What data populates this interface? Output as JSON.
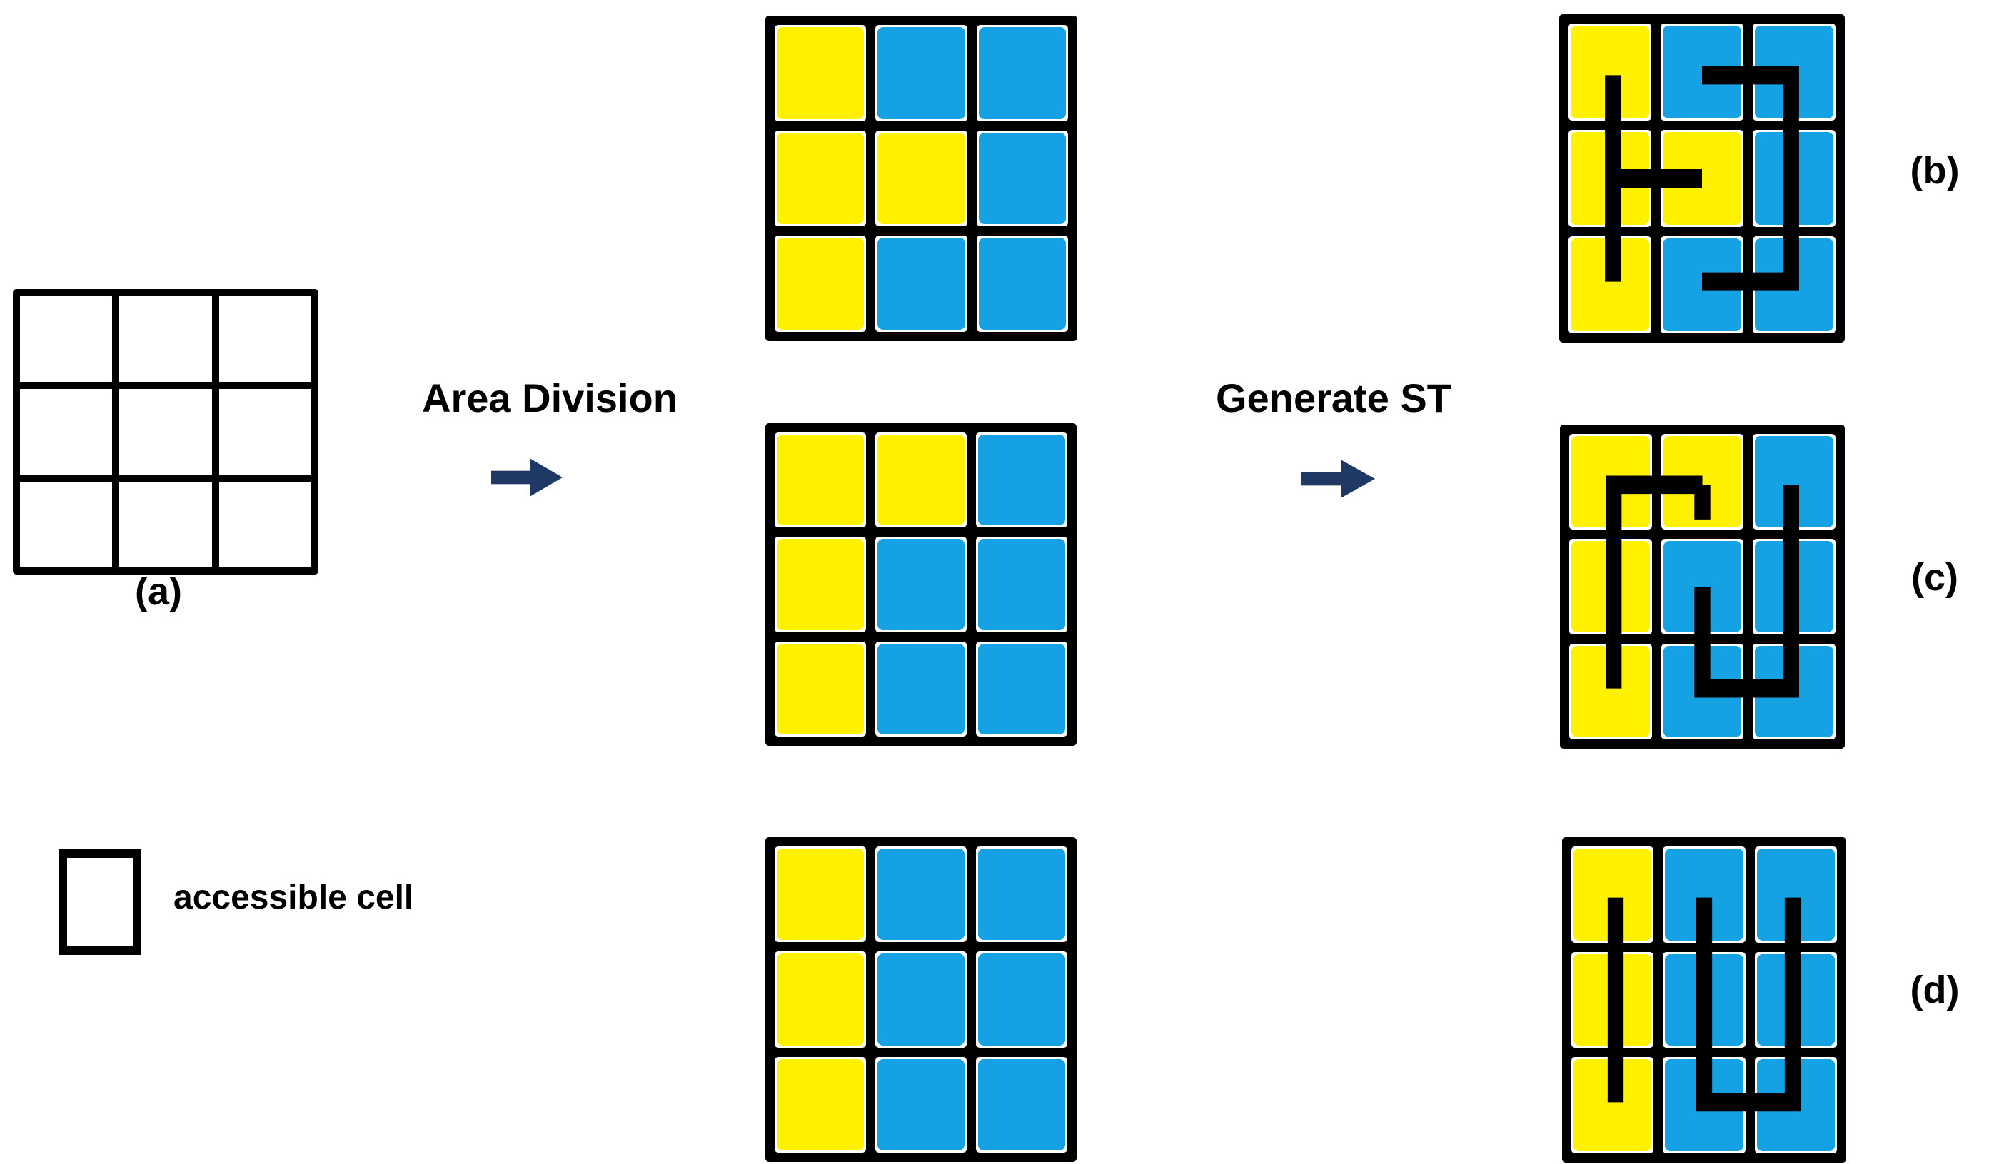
{
  "colors": {
    "yellow": "#FFF100",
    "blue": "#14A2E4",
    "white": "#FFFFFF",
    "grid_line": "#000000",
    "tree_line": "#000000",
    "arrow": "#1F3864",
    "text": "#000000",
    "background": "#FFFFFF"
  },
  "captions": {
    "a": "(a)",
    "b": "(b)",
    "c": "(c)",
    "d": "(d)"
  },
  "legend": {
    "label": "accessible cell"
  },
  "arrows": [
    {
      "label": "Area Division",
      "direction": "right"
    },
    {
      "label": "Generate ST",
      "direction": "right"
    }
  ],
  "grids": {
    "original": {
      "description_cells": "empty 3x3 accessible grid",
      "cells": [
        [
          "W",
          "W",
          "W"
        ],
        [
          "W",
          "W",
          "W"
        ],
        [
          "W",
          "W",
          "W"
        ]
      ]
    },
    "division": [
      {
        "cells": [
          [
            "Y",
            "B",
            "B"
          ],
          [
            "Y",
            "Y",
            "B"
          ],
          [
            "Y",
            "B",
            "B"
          ]
        ]
      },
      {
        "cells": [
          [
            "Y",
            "Y",
            "B"
          ],
          [
            "Y",
            "B",
            "B"
          ],
          [
            "Y",
            "B",
            "B"
          ]
        ]
      },
      {
        "cells": [
          [
            "Y",
            "B",
            "B"
          ],
          [
            "Y",
            "B",
            "B"
          ],
          [
            "Y",
            "B",
            "B"
          ]
        ]
      }
    ],
    "spanning_tree": [
      {
        "cells": [
          [
            "Y",
            "B",
            "B"
          ],
          [
            "Y",
            "Y",
            "B"
          ],
          [
            "Y",
            "B",
            "B"
          ]
        ],
        "trees": [
          {
            "region": "yellow",
            "paths": [
              [
                [
                  50,
                  50
                ],
                [
                  50,
                  250
                ]
              ],
              [
                [
                  50,
                  150
                ],
                [
                  150,
                  150
                ]
              ]
            ]
          },
          {
            "region": "blue",
            "paths": [
              [
                [
                  150,
                  50
                ],
                [
                  250,
                  50
                ],
                [
                  250,
                  250
                ],
                [
                  150,
                  250
                ]
              ]
            ]
          }
        ]
      },
      {
        "cells": [
          [
            "Y",
            "Y",
            "B"
          ],
          [
            "Y",
            "B",
            "B"
          ],
          [
            "Y",
            "B",
            "B"
          ]
        ],
        "trees": [
          {
            "region": "yellow",
            "paths": [
              [
                [
                  150,
                  50
                ],
                [
                  50,
                  50
                ],
                [
                  50,
                  250
                ]
              ],
              [
                [
                  150,
                  50
                ],
                [
                  150,
                  84
                ]
              ]
            ]
          },
          {
            "region": "blue",
            "paths": [
              [
                [
                  250,
                  50
                ],
                [
                  250,
                  250
                ],
                [
                  150,
                  250
                ],
                [
                  150,
                  150
                ]
              ]
            ]
          }
        ]
      },
      {
        "cells": [
          [
            "Y",
            "B",
            "B"
          ],
          [
            "Y",
            "B",
            "B"
          ],
          [
            "Y",
            "B",
            "B"
          ]
        ],
        "trees": [
          {
            "region": "yellow",
            "paths": [
              [
                [
                  50,
                  50
                ],
                [
                  50,
                  250
                ]
              ]
            ]
          },
          {
            "region": "blue",
            "paths": [
              [
                [
                  150,
                  50
                ],
                [
                  150,
                  250
                ],
                [
                  250,
                  250
                ],
                [
                  250,
                  50
                ]
              ]
            ]
          }
        ]
      }
    ]
  }
}
